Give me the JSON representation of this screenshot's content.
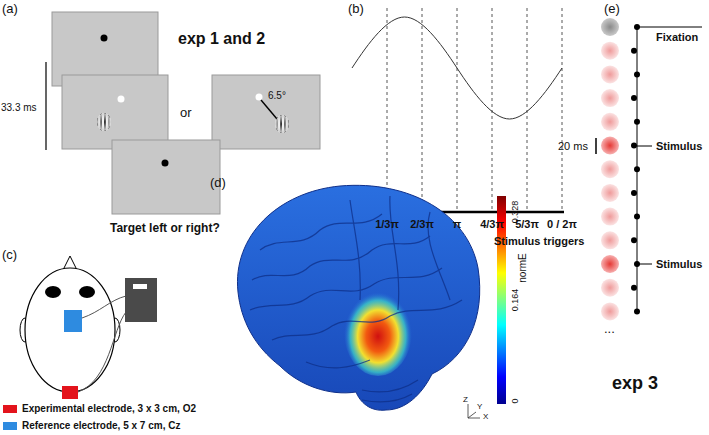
{
  "diagram": {
    "labels": [
      "(a)",
      "exp 1 and 2",
      "33.3 ms",
      "or",
      "6.5°",
      "Target left or right?",
      "(b)",
      "1/3π",
      "2/3π",
      "π",
      "4/3π",
      "5/3π",
      "0 / 2π",
      "Stimulus triggers",
      "(c)",
      "(d)",
      "0.328",
      "normE",
      "0.164",
      "0",
      "Z",
      "Y",
      "X",
      "(e)",
      "Fixation",
      "20 ms",
      "Stimulus",
      "Stimulus",
      "...",
      "exp 3"
    ],
    "legend": [
      {
        "text": "Experimental electrode, 3 x 3 cm, O2",
        "color": "#e3141c"
      },
      {
        "text": "Reference electrode, 5 x 7 cm, Cz",
        "color": "#2e8be0"
      }
    ]
  }
}
